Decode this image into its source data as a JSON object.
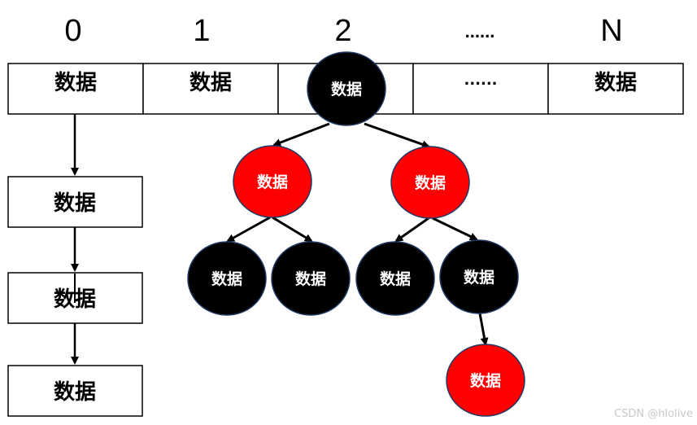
{
  "diagram": {
    "indices": [
      "0",
      "1",
      "2",
      "......",
      "N"
    ],
    "array_cells": [
      "数据",
      "数据",
      "",
      "......",
      "数据"
    ],
    "list_nodes": [
      "数据",
      "数据",
      "数据"
    ],
    "tree": {
      "root": {
        "label": "数据",
        "color": "black"
      },
      "red_left": {
        "label": "数据",
        "color": "red"
      },
      "red_right": {
        "label": "数据",
        "color": "red"
      },
      "leaf_1": {
        "label": "数据",
        "color": "black"
      },
      "leaf_2": {
        "label": "数据",
        "color": "black"
      },
      "leaf_3": {
        "label": "数据",
        "color": "black"
      },
      "leaf_4": {
        "label": "数据",
        "color": "black"
      },
      "bottom_red": {
        "label": "数据",
        "color": "red"
      }
    },
    "colors": {
      "black_node": "#000000",
      "red_node": "#ff0000",
      "node_stroke": "#1f3864",
      "box_stroke": "#000000"
    },
    "watermark": "CSDN @hlolive"
  }
}
